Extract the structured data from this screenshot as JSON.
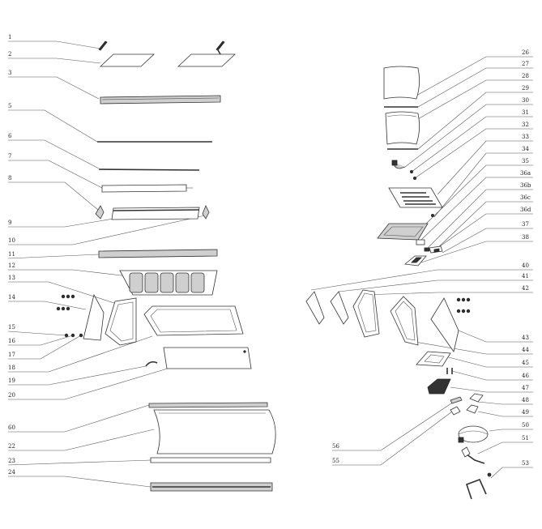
{
  "diagram": {
    "left_labels": [
      "1",
      "2",
      "3",
      "5",
      "6",
      "7",
      "8",
      "9",
      "10",
      "11",
      "12",
      "13",
      "14",
      "15",
      "16",
      "17",
      "18",
      "19",
      "20",
      "60",
      "22",
      "23",
      "24"
    ],
    "right_labels": [
      "26",
      "27",
      "28",
      "29",
      "30",
      "31",
      "32",
      "33",
      "34",
      "35",
      "36a",
      "36b",
      "36c",
      "36d",
      "37",
      "38",
      "40",
      "41",
      "42",
      "43",
      "44",
      "45",
      "46",
      "47",
      "48",
      "49",
      "50",
      "51",
      "53"
    ],
    "bottom_left_labels": [
      "56",
      "55"
    ]
  }
}
